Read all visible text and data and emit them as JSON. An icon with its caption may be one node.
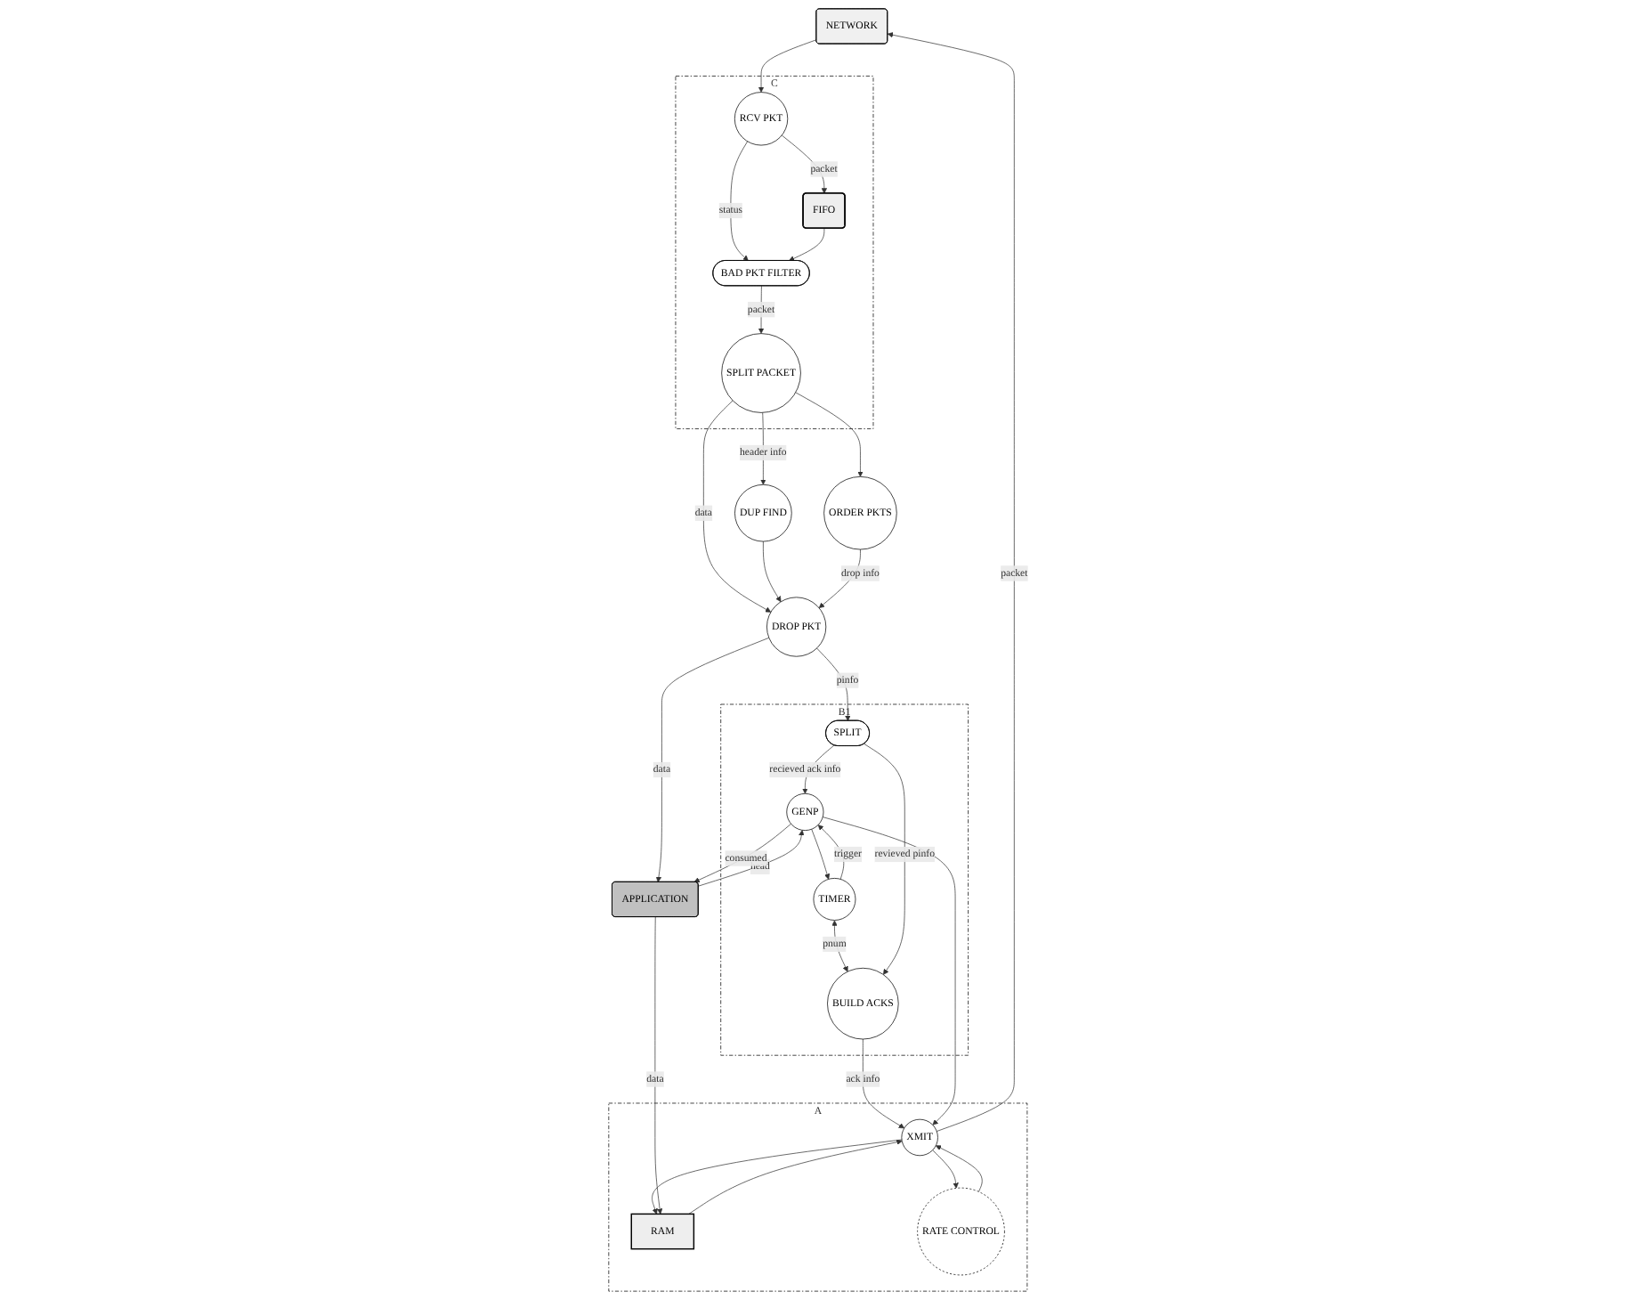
{
  "diagram": {
    "nodes": [
      {
        "text": [
          "NETWORK"
        ]
      },
      {
        "text": [
          "A"
        ]
      },
      {
        "text": [
          "RAM"
        ],
        "in": 1
      },
      {
        "text": [
          "XMIT"
        ],
        "in": 1
      },
      {
        "text": [
          "RATE CONTROL"
        ],
        "in": 1
      },
      {
        "text": [
          "B1"
        ]
      },
      {
        "text": [
          "TIMER"
        ],
        "in": 5
      },
      {
        "text": [
          "BUILD ACKS"
        ],
        "in": 5
      },
      {
        "text": [
          "GENP"
        ],
        "in": 5
      },
      {
        "text": [
          "SPLIT"
        ],
        "in": 5
      },
      {
        "text": [
          "C"
        ]
      },
      {
        "text": [
          "RCV PKT"
        ],
        "in": 10
      },
      {
        "text": [
          "FIFO"
        ],
        "in": 10
      },
      {
        "text": [
          "BAD PKT FILTER"
        ],
        "in": 10
      },
      {
        "text": [
          "SPLIT PACKET"
        ],
        "in": 10
      },
      {
        "text": [
          "DUP FIND"
        ]
      },
      {
        "text": [
          "ORDER PKTS"
        ]
      },
      {
        "text": [
          "DROP PKT"
        ]
      },
      {
        "text": [
          "APPLICATION"
        ]
      }
    ],
    "edges": [
      {
        "from": 3,
        "to": 0,
        "arrow": "to",
        "label": "packet"
      },
      {
        "from": 0,
        "to": 11,
        "arrow": "to"
      },
      {
        "from": 3,
        "to": 2,
        "arrow": "to"
      },
      {
        "from": 2,
        "to": 3,
        "arrow": "to"
      },
      {
        "from": 3,
        "to": 4,
        "arrow": "to"
      },
      {
        "from": 4,
        "to": 3,
        "arrow": "to"
      },
      {
        "from": 7,
        "to": 3,
        "arrow": "to",
        "label": "ack info"
      },
      {
        "from": 8,
        "to": 3,
        "arrow": "to"
      },
      {
        "from": 6,
        "to": 7,
        "arrow": "both",
        "label": "pnum"
      },
      {
        "from": 6,
        "to": 8,
        "arrow": "to",
        "label": "trigger"
      },
      {
        "from": 8,
        "to": 6,
        "arrow": "to"
      },
      {
        "from": 9,
        "to": 7,
        "arrow": "to",
        "label": "revieved pinfo"
      },
      {
        "from": 9,
        "to": 8,
        "arrow": "to",
        "label": "recieved ack info"
      },
      {
        "from": 17,
        "to": 9,
        "arrow": "to",
        "label": "pinfo"
      },
      {
        "from": 18,
        "to": 8,
        "arrow": "to",
        "label": "head"
      },
      {
        "from": 8,
        "to": 18,
        "arrow": "to",
        "label": "consumed"
      },
      {
        "from": 18,
        "to": 2,
        "arrow": "to",
        "label": "data"
      },
      {
        "from": 11,
        "to": 12,
        "arrow": "to",
        "label": "packet"
      },
      {
        "from": 11,
        "to": 13,
        "arrow": "to",
        "label": "status"
      },
      {
        "from": 12,
        "to": 13,
        "arrow": "to"
      },
      {
        "from": 13,
        "to": 14,
        "arrow": "to",
        "label": "packet"
      },
      {
        "from": 14,
        "to": 17,
        "arrow": "to",
        "label": "data"
      },
      {
        "from": 14,
        "to": 15,
        "arrow": "to",
        "label": "header info"
      },
      {
        "from": 14,
        "to": 16,
        "arrow": "to"
      },
      {
        "from": 15,
        "to": 17,
        "arrow": "to"
      },
      {
        "from": 16,
        "to": 17,
        "arrow": "to",
        "label": "drop info"
      },
      {
        "from": 17,
        "to": 18,
        "arrow": "to",
        "label": "data"
      }
    ]
  }
}
